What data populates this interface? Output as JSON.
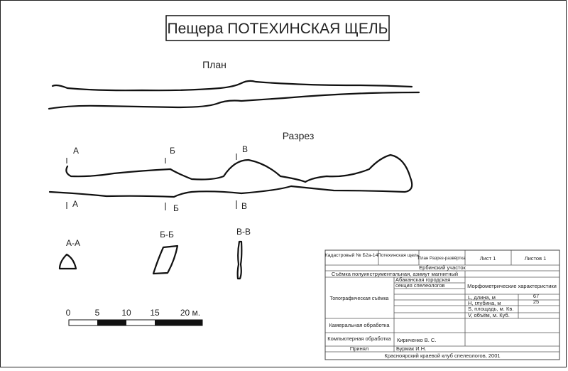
{
  "title": "Пещера ПОТЕХИНСКАЯ ЩЕЛЬ",
  "plan_label": "План",
  "section_label": "Разрез",
  "section_markers": {
    "a": "А",
    "b": "Б",
    "v": "В"
  },
  "cross_sections": [
    "А-А",
    "Б-Б",
    "В-В"
  ],
  "scale": {
    "ticks": [
      "0",
      "5",
      "10",
      "15",
      "20 м."
    ]
  },
  "stamp": {
    "cadastral": "Кадастровый № Б2а-14",
    "cave_name": "Потехинская щель",
    "sheet_type": "План Разрез-развёртка",
    "sheet": "Лист 1",
    "sheets": "Листов 1",
    "area": "Ербинский участок",
    "survey": "Съёмка полуинструментальная, азимут магнитный",
    "topo": "Топографическая съёмка",
    "org_line1": "Абаканская городская",
    "org_line2": "секция спелеологов",
    "morph_title": "Морфометрические характеристики",
    "length_label": "L, длина, м",
    "length_value": "67",
    "depth_label": "H, глубина, м",
    "depth_value": "25",
    "area_label": "S, площадь, м. Кв.",
    "volume_label": "V, объём, м. Куб.",
    "cameral": "Камеральная обработка",
    "computer": "Компьютерная обработка",
    "computer_name": "Кириченко В. С.",
    "accepted": "Принял",
    "accepted_name": "Бурмак И.Н.",
    "footer": "Красноярский краевой клуб спелеологов, 2001"
  }
}
